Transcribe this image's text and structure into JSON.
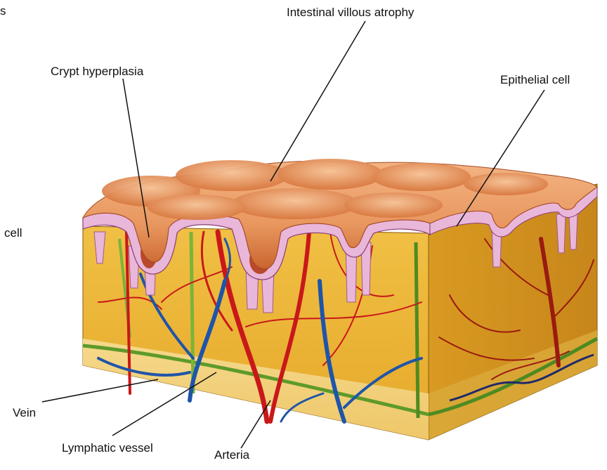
{
  "labels": {
    "top_left_fragment": "s",
    "intestinal_villous_atrophy": "Intestinal villous atrophy",
    "crypt_hyperplasia": "Crypt hyperplasia",
    "epithelial_cell": "Epithelial cell",
    "left_cell_fragment": "cell",
    "vein": "Vein",
    "lymphatic_vessel": "Lymphatic vessel",
    "arteria": "Arteria"
  },
  "colors": {
    "mucosa_surface": "#e8965e",
    "mucosa_dark": "#b8512a",
    "epithelium": "#e9b7d9",
    "tissue": "#eeb838",
    "tissue_shadow": "#c88a18",
    "submucosa": "#f3d27a",
    "artery": "#c9181a",
    "vein": "#1f55a8",
    "lymphatic": "#7ab43a"
  }
}
